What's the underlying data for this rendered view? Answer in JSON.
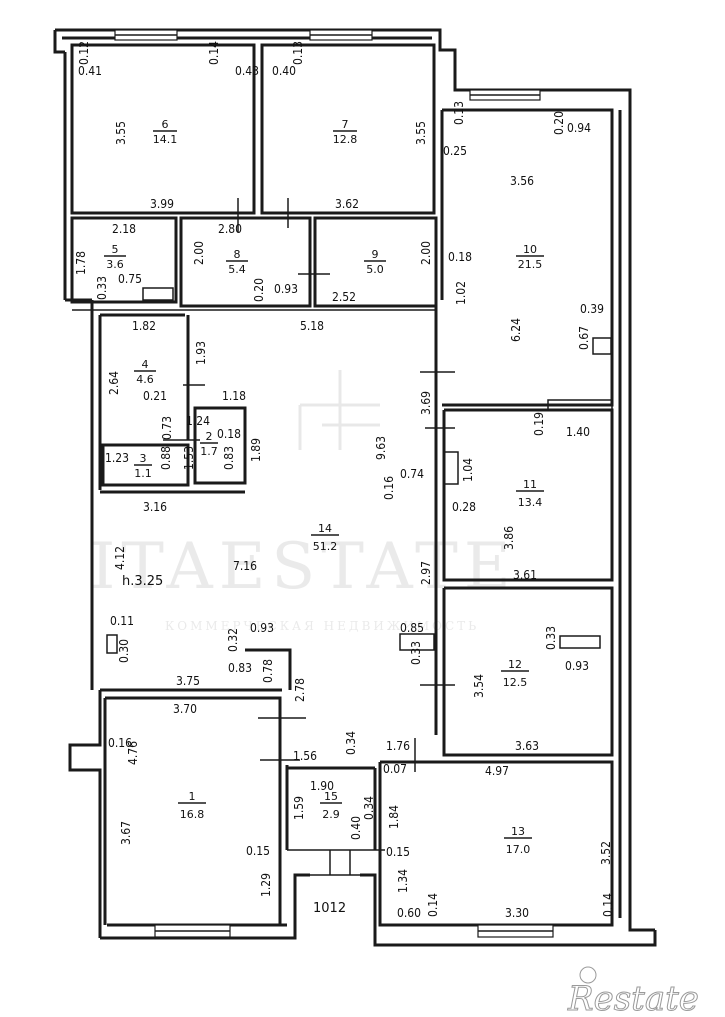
{
  "rooms": [
    {
      "num": "1",
      "area": "16.8"
    },
    {
      "num": "2",
      "area": "1.7"
    },
    {
      "num": "3",
      "area": "1.1"
    },
    {
      "num": "4",
      "area": "4.6"
    },
    {
      "num": "5",
      "area": "3.6"
    },
    {
      "num": "6",
      "area": "14.1"
    },
    {
      "num": "7",
      "area": "12.8"
    },
    {
      "num": "8",
      "area": "5.4"
    },
    {
      "num": "9",
      "area": "5.0"
    },
    {
      "num": "10",
      "area": "21.5"
    },
    {
      "num": "11",
      "area": "13.4"
    },
    {
      "num": "12",
      "area": "12.5"
    },
    {
      "num": "13",
      "area": "17.0"
    },
    {
      "num": "14",
      "area": "51.2"
    },
    {
      "num": "15",
      "area": "2.9"
    }
  ],
  "dimensions": [
    "0.41",
    "0.12",
    "0.14",
    "0.43",
    "0.40",
    "0.13",
    "3.55",
    "3.55",
    "3.99",
    "3.62",
    "0.13",
    "0.20",
    "0.94",
    "0.25",
    "3.56",
    "2.18",
    "1.78",
    "0.33",
    "0.75",
    "2.00",
    "2.80",
    "0.20",
    "0.93",
    "2.00",
    "2.52",
    "0.18",
    "1.02",
    "6.24",
    "0.39",
    "0.67",
    "1.82",
    "5.18",
    "1.93",
    "2.64",
    "0.21",
    "1.18",
    "3.69",
    "0.19",
    "1.40",
    "1.24",
    "0.18",
    "0.73",
    "1.53",
    "0.83",
    "1.89",
    "9.63",
    "1.23",
    "0.88",
    "0.74",
    "1.04",
    "0.16",
    "0.28",
    "3.86",
    "3.16",
    "4.12",
    "7.16",
    "2.97",
    "3.61",
    "0.11",
    "0.30",
    "0.32",
    "0.93",
    "0.85",
    "0.33",
    "0.33",
    "3.54",
    "0.93",
    "0.83",
    "0.78",
    "3.75",
    "2.78",
    "3.70",
    "0.16",
    "4.76",
    "1.56",
    "0.34",
    "1.76",
    "3.63",
    "1.90",
    "0.07",
    "4.97",
    "3.67",
    "1.59",
    "0.34",
    "1.84",
    "3.52",
    "0.40",
    "0.15",
    "0.15",
    "1.29",
    "1.34",
    "0.60",
    "0.14",
    "3.30",
    "0.14"
  ],
  "height_label": "h.3.25",
  "entrance_label": "1012",
  "watermark": "ITAESTATE",
  "watermark_sub": "КОММЕРЧЕСКАЯ НЕДВИЖИМОСТЬ",
  "logo_text": "Restate"
}
